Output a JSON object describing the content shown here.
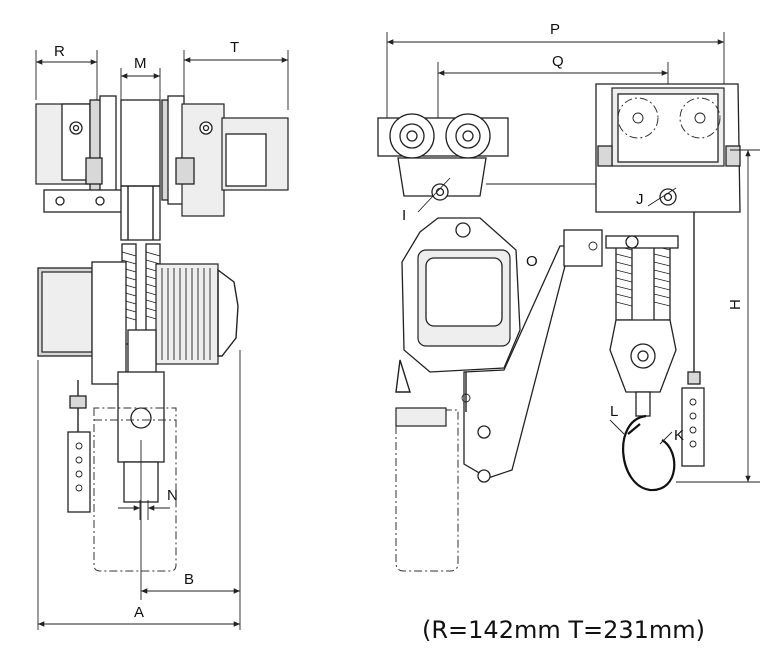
{
  "dimensions": {
    "R": "R",
    "M": "M",
    "T": "T",
    "N": "N",
    "B": "B",
    "A": "A",
    "P": "P",
    "Q": "Q",
    "I": "I",
    "J": "J",
    "O": "O",
    "H": "H",
    "L": "L",
    "K": "K"
  },
  "note": "(R=142mm T=231mm)"
}
